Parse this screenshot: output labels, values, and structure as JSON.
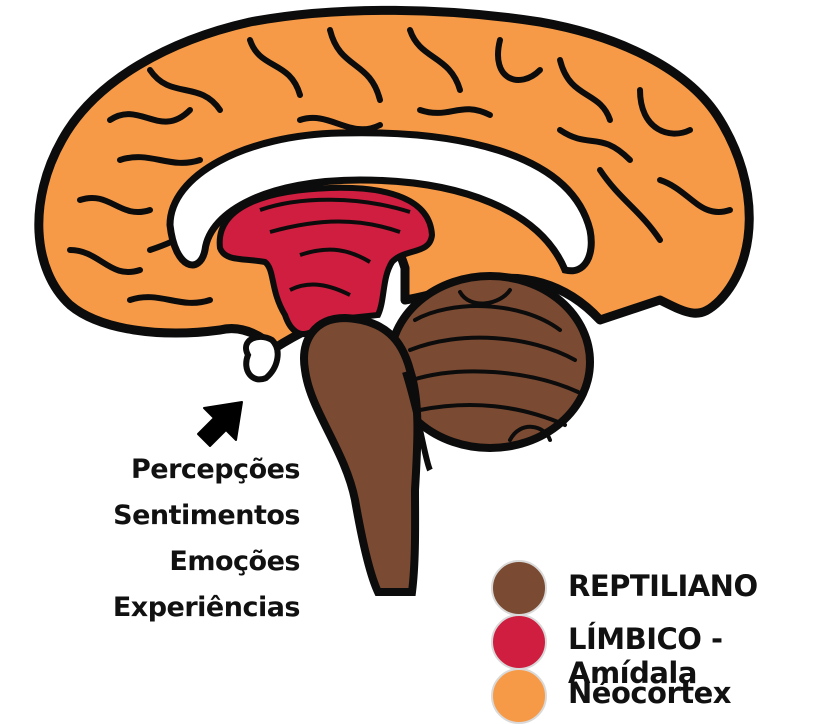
{
  "annotation_lines": [
    "Percepções",
    "Sentimentos",
    "Emoções",
    "Experiências"
  ],
  "legend": [
    {
      "label": "REPTILIANO",
      "color": "#7b4a32"
    },
    {
      "label": "LÍMBICO - Amídala",
      "color": "#cf1e3f"
    },
    {
      "label": "Néocortex",
      "color": "#f79a47"
    }
  ],
  "colors": {
    "outline": "#0c0c0c",
    "neocortex": "#f79a47",
    "limbic": "#cf1e3f",
    "reptilian": "#7b4a32"
  },
  "icons": {
    "arrow": "arrow-up-right-icon"
  }
}
